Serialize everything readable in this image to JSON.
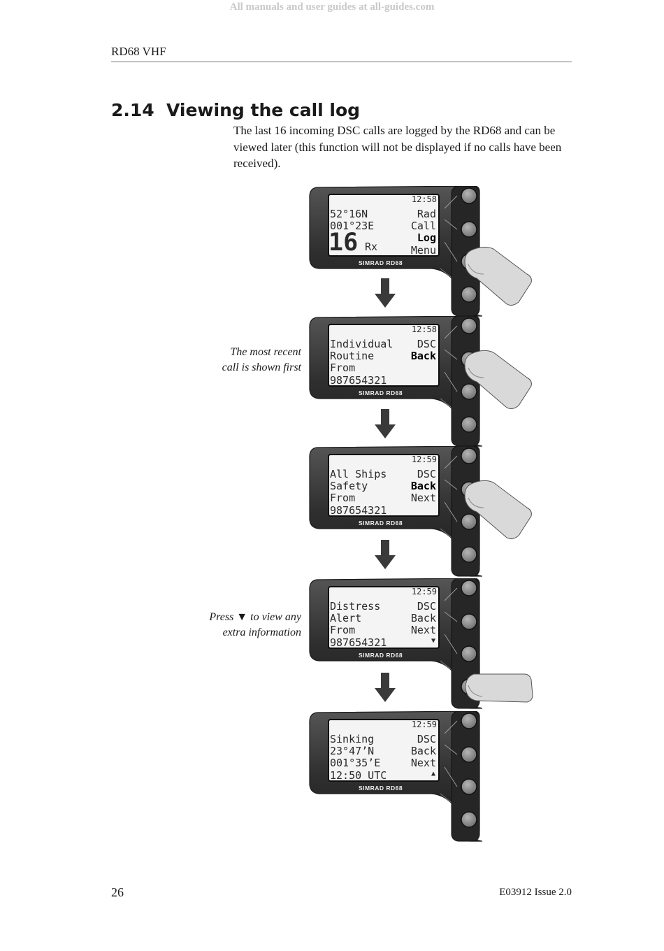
{
  "watermark": "All manuals and user guides at all-guides.com",
  "header": {
    "running_title": "RD68 VHF"
  },
  "section": {
    "number": "2.14",
    "title": "Viewing the call log",
    "intro": "The last 16 incoming DSC calls are logged by the RD68 and can be viewed later (this function will not be displayed if no calls have been received)."
  },
  "captions": {
    "recent": [
      "The most recent",
      "call is shown first"
    ],
    "press": [
      "Press ▼ to view any",
      "extra information"
    ]
  },
  "colors": {
    "device_body": "#3a3a3a",
    "lcd": "#f4f4f4",
    "key": "#8c8c8c",
    "finger": "#d9d9d9"
  },
  "screens": [
    {
      "time": "12:58",
      "left": [
        "52°16N",
        "001°23E"
      ],
      "big": "16",
      "big_suffix": "Rx",
      "right": [
        "Rad",
        "Call",
        "Log",
        "Menu"
      ],
      "selected_right": "Log",
      "indicator": "",
      "brand": "SIMRAD RD68"
    },
    {
      "time": "12:58",
      "left": [
        "Individual",
        "Routine",
        "From",
        "987654321"
      ],
      "right": [
        "DSC",
        "Back",
        "",
        ""
      ],
      "selected_right": "Back",
      "indicator": "",
      "brand": "SIMRAD RD68"
    },
    {
      "time": "12:59",
      "left": [
        "All Ships",
        "Safety",
        "From",
        "987654321"
      ],
      "right": [
        "DSC",
        "Back",
        "Next",
        ""
      ],
      "selected_right": "Back",
      "indicator": "",
      "brand": "SIMRAD RD68"
    },
    {
      "time": "12:59",
      "left": [
        "Distress",
        "Alert",
        "From",
        "987654321"
      ],
      "right": [
        "DSC",
        "Back",
        "Next",
        ""
      ],
      "selected_right": "",
      "indicator": "▼",
      "brand": "SIMRAD RD68"
    },
    {
      "time": "12:59",
      "left": [
        "Sinking",
        "23°47’N",
        "001°35’E",
        "12:50 UTC"
      ],
      "right": [
        "DSC",
        "Back",
        "Next",
        ""
      ],
      "selected_right": "",
      "indicator": "▲",
      "brand": "SIMRAD RD68"
    }
  ],
  "footer": {
    "page_number": "26",
    "doc_ref": "E03912  Issue 2.0"
  }
}
